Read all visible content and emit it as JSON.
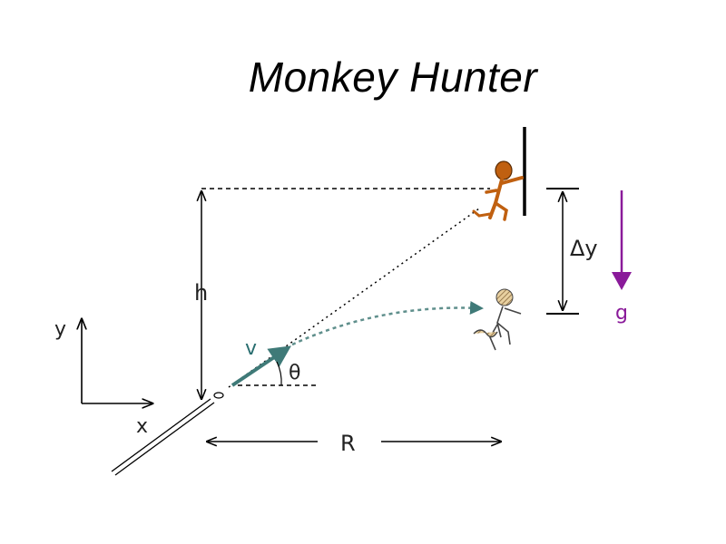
{
  "title": "Monkey Hunter",
  "labels": {
    "y_axis": "y",
    "x_axis": "x",
    "height": "h",
    "velocity": "v",
    "angle": "θ",
    "range": "R",
    "delta_y": "Δy",
    "gravity": "g"
  },
  "colors": {
    "velocity_arrow": "#3f7a78",
    "gravity_arrow": "#8a1a9a",
    "monkey_top": "#c06010",
    "monkey_bottom": "#c8a060"
  }
}
